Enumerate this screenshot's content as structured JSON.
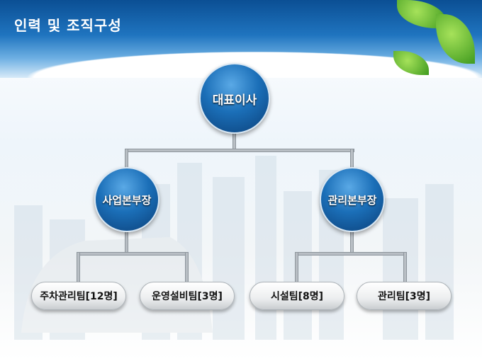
{
  "title": "인력 및 조직구성",
  "root": "대표이사",
  "divisions": [
    {
      "label": "사업본부장",
      "teams": [
        "주차관리팀[12명]",
        "운영설비팀[3명]"
      ]
    },
    {
      "label": "관리본부장",
      "teams": [
        "시설팀[8명]",
        "관리팀[3명]"
      ]
    }
  ]
}
